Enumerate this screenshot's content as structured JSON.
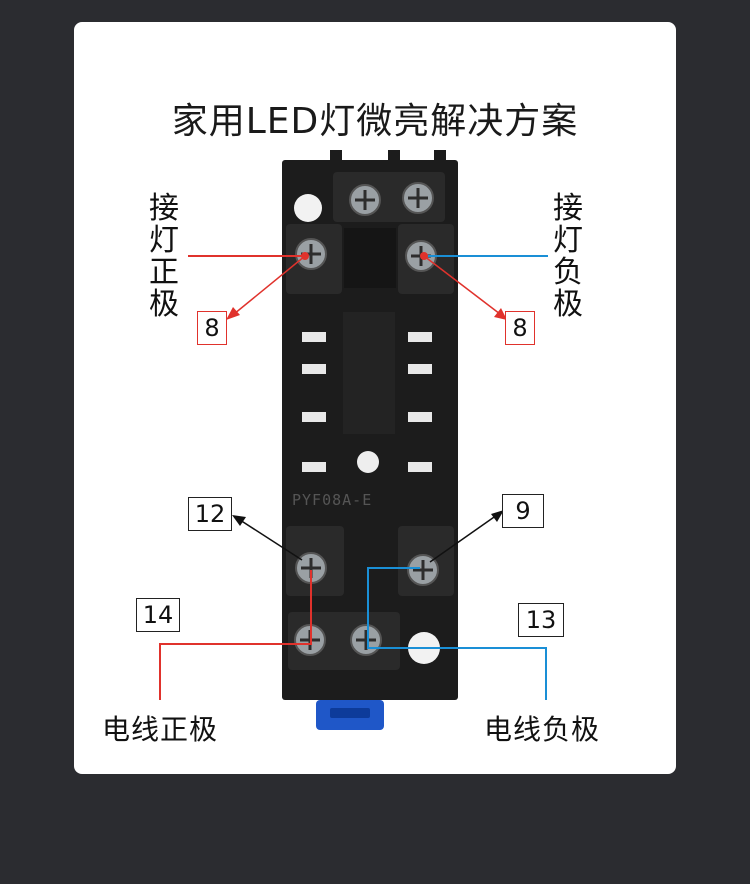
{
  "title": "家用LED灯微亮解决方案",
  "labels": {
    "lamp_positive": "接灯正极",
    "lamp_negative": "接灯负极",
    "wire_positive": "电线正极",
    "wire_negative": "电线负极"
  },
  "terminals": {
    "left_top": "8",
    "right_top": "8",
    "t12": "12",
    "t9": "9",
    "t14": "14",
    "t13": "13",
    "socket_marking": "PYF08A-E"
  },
  "colors": {
    "positive": "#e0322c",
    "negative": "#1a8fd6",
    "socket": "#1b1b1b"
  }
}
